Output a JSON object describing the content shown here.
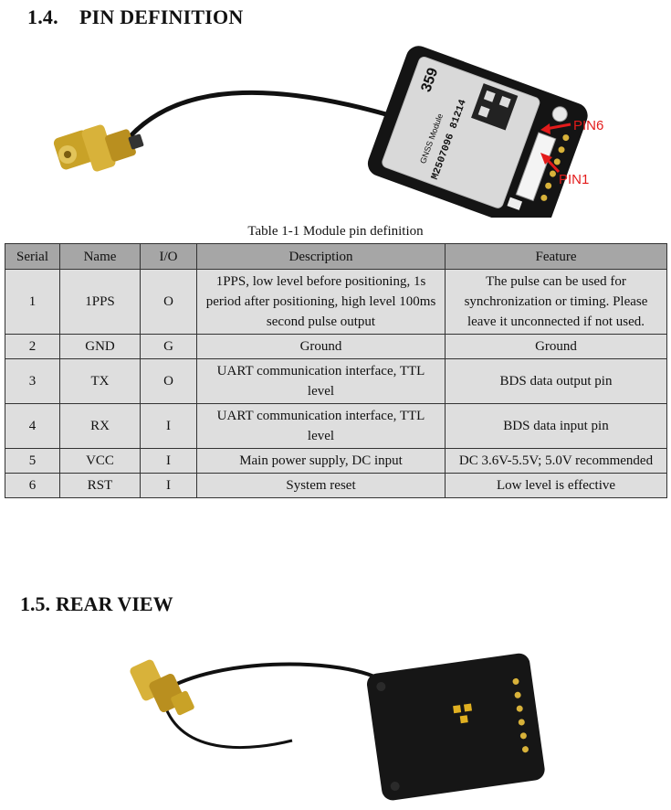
{
  "section_pin": {
    "number": "1.4.",
    "title": "PIN DEFINITION"
  },
  "figure1": {
    "module_brand": "359",
    "module_sub": "GNSS Module",
    "module_serial": "M2507096 81214",
    "pin6_label": "PIN6",
    "pin1_label": "PIN1",
    "arrow_color": "#e31b1b"
  },
  "table_caption": "Table 1-1 Module pin definition",
  "table": {
    "headers": [
      "Serial",
      "Name",
      "I/O",
      "Description",
      "Feature"
    ],
    "rows": [
      {
        "serial": "1",
        "name": "1PPS",
        "io": "O",
        "desc": "1PPS, low level before positioning, 1s period after positioning, high level 100ms second pulse output",
        "feature": "The pulse can be used for synchronization or timing. Please leave it unconnected if not used."
      },
      {
        "serial": "2",
        "name": "GND",
        "io": "G",
        "desc": "Ground",
        "feature": "Ground"
      },
      {
        "serial": "3",
        "name": "TX",
        "io": "O",
        "desc": "UART communication interface, TTL level",
        "feature": "BDS data output pin"
      },
      {
        "serial": "4",
        "name": "RX",
        "io": "I",
        "desc": "UART communication interface, TTL level",
        "feature": "BDS data input pin"
      },
      {
        "serial": "5",
        "name": "VCC",
        "io": "I",
        "desc": "Main power supply, DC input",
        "feature": "DC 3.6V-5.5V; 5.0V recommended"
      },
      {
        "serial": "6",
        "name": "RST",
        "io": "I",
        "desc": "System reset",
        "feature": "Low level is effective"
      }
    ]
  },
  "section_rear": {
    "number": "1.5.",
    "title": "REAR VIEW"
  }
}
